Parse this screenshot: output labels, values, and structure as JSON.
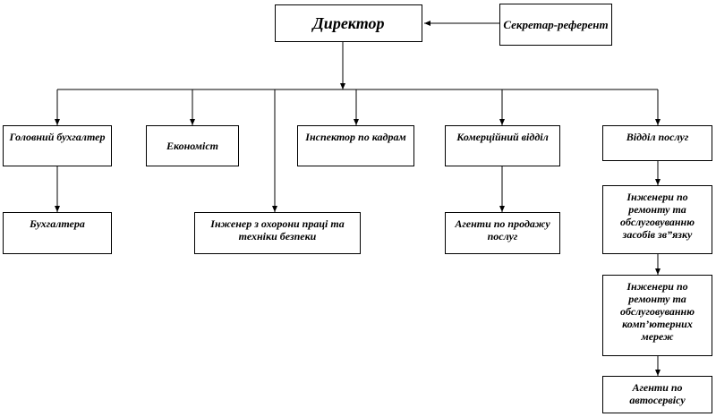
{
  "nodes": {
    "director": "Директор",
    "secretary": "Секретар-референт",
    "chief_accountant": "Головний бухгалтер",
    "economist": "Економіст",
    "hr_inspector": "Інспектор по кадрам",
    "commercial_dept": "Комерційний відділ",
    "services_dept": "Відділ послуг",
    "accountants": "Бухгалтера",
    "safety_engineer": "Інженер з охорони праці та техніки безпеки",
    "sales_agents": "Агенти по продажу послуг",
    "comm_engineers": "Інженери по ремонту та обслуговуванню засобів зв”язку",
    "network_engineers": "Інженери по ремонту та обслуговуванню комп’ютерних мереж",
    "autoservice_agents": "Агенти по автосервісу"
  }
}
